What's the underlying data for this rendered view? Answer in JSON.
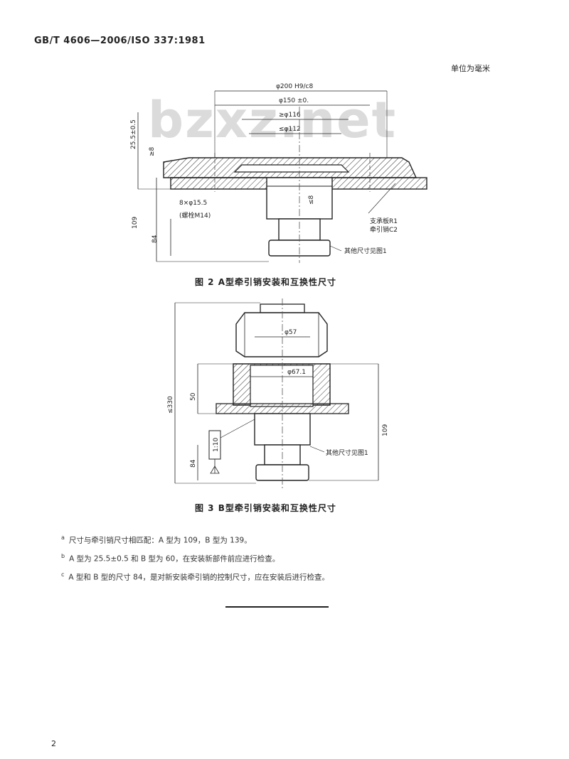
{
  "header": {
    "standard": "GB/T 4606—2006/ISO 337:1981"
  },
  "unit_note": "单位为毫米",
  "watermark": "bzxz.net",
  "figure2": {
    "caption": "图 2 A型牵引销安装和互换性尺寸",
    "dims": {
      "d_outer": "φ200 H9/c8",
      "d_150": "φ150 ±0.",
      "d_116": "≥φ116",
      "d_112": "≤φ112",
      "h_255": "25.5±0.5",
      "h_8a": "≥8",
      "h_8b": "≤8",
      "h_109": "109",
      "h_84": "84",
      "holes": "8×φ15.5",
      "bolt": "(螺栓M14)",
      "plate_note_1": "支承板R1",
      "plate_note_2": "牵引销C2",
      "other_dims": "其他尺寸见图1"
    }
  },
  "figure3": {
    "caption": "图 3 B型牵引销安装和互换性尺寸",
    "dims": {
      "d_57": "φ57",
      "d_671": "φ67.1",
      "h_330": "≤330",
      "h_50": "50",
      "h_84": "84",
      "h_109": "109",
      "taper": "1:10",
      "other_dims": "其他尺寸见图1"
    }
  },
  "footnotes": [
    {
      "mark": "a",
      "text": "尺寸与牵引销尺寸相匹配：A 型为 109，B 型为 139。"
    },
    {
      "mark": "b",
      "text": "A 型为 25.5±0.5 和 B 型为 60，在安装新部件前应进行检查。"
    },
    {
      "mark": "c",
      "text": "A 型和 B 型的尺寸 84，是对新安装牵引销的控制尺寸，应在安装后进行检查。"
    }
  ],
  "page_number": "2"
}
